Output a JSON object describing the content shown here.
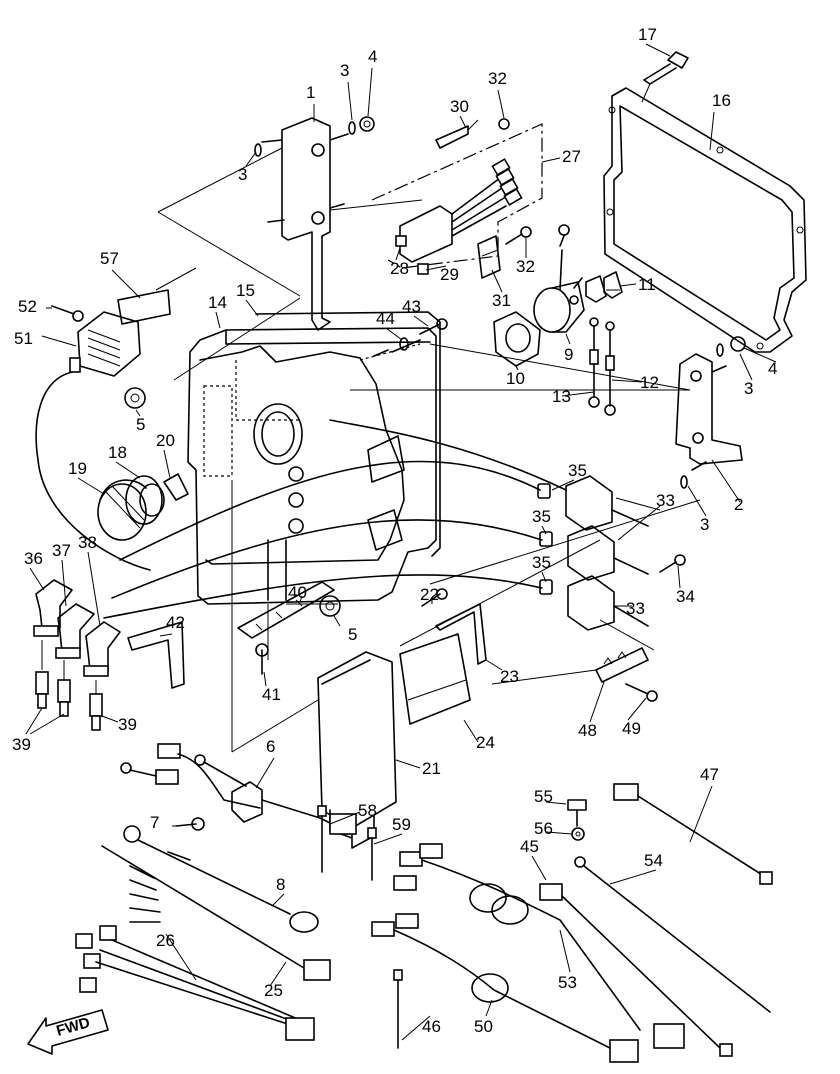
{
  "callouts": [
    "1",
    "2",
    "3",
    "3",
    "3",
    "3",
    "4",
    "4",
    "5",
    "5",
    "6",
    "7",
    "8",
    "9",
    "10",
    "11",
    "12",
    "13",
    "14",
    "15",
    "16",
    "17",
    "18",
    "19",
    "20",
    "21",
    "22",
    "23",
    "24",
    "25",
    "26",
    "27",
    "28",
    "29",
    "30",
    "31",
    "32",
    "32",
    "33",
    "33",
    "34",
    "35",
    "35",
    "35",
    "36",
    "37",
    "38",
    "39",
    "39",
    "40",
    "41",
    "42",
    "43",
    "44",
    "45",
    "46",
    "47",
    "48",
    "49",
    "50",
    "51",
    "52",
    "53",
    "54",
    "55",
    "56",
    "57",
    "58",
    "59"
  ],
  "direction_label": "FWD"
}
